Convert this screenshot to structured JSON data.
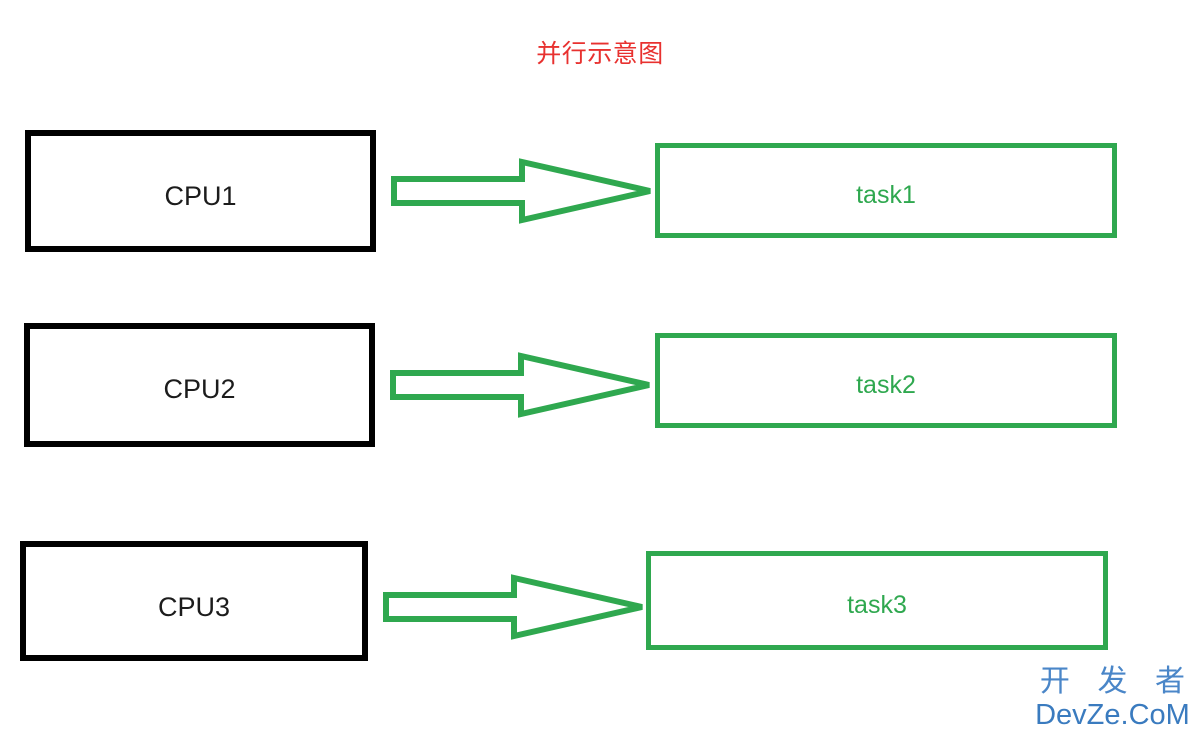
{
  "diagram": {
    "title": "并行示意图",
    "title_color": "#e8312f",
    "background_color": "#ffffff",
    "cpu_border_color": "#000000",
    "cpu_text_color": "#1c1c1c",
    "task_border_color": "#2fa84f",
    "task_text_color": "#2fa84f",
    "arrow_color": "#2fa84f",
    "rows": [
      {
        "cpu_label": "CPU1",
        "task_label": "task1",
        "arrow_name": "arrow-cpu1-to-task1"
      },
      {
        "cpu_label": "CPU2",
        "task_label": "task2",
        "arrow_name": "arrow-cpu2-to-task2"
      },
      {
        "cpu_label": "CPU3",
        "task_label": "task3",
        "arrow_name": "arrow-cpu3-to-task3"
      }
    ]
  },
  "watermark": {
    "line1": "开 发 者",
    "line2": "DevZe.CoM",
    "color": "#3a7bbf"
  }
}
